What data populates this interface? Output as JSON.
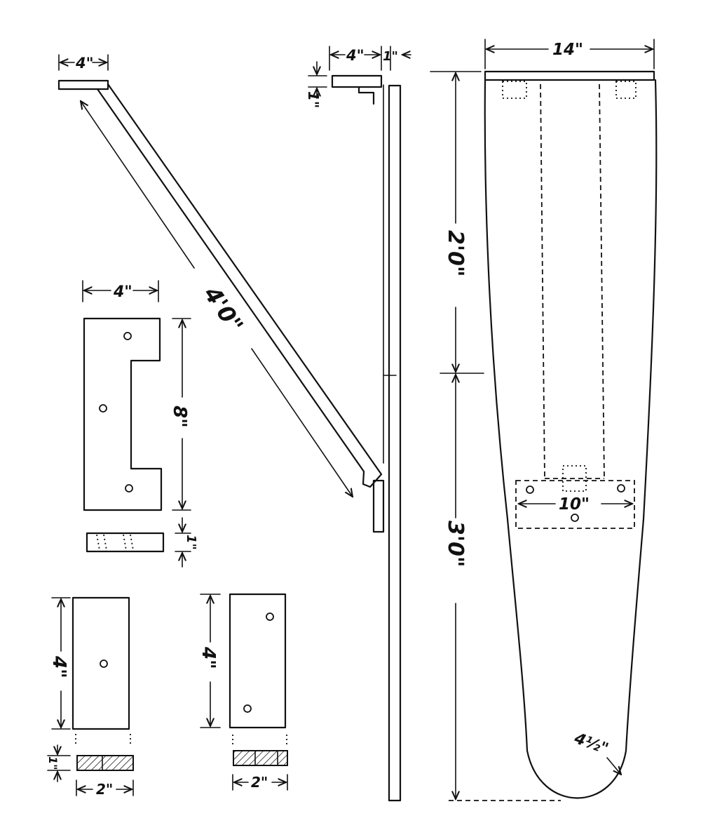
{
  "dimensions": {
    "arm_top_width": "4\"",
    "arm_length": "4'0\"",
    "bracket_width": "4\"",
    "bracket_height": "8\"",
    "bracket_thickness": "1\"",
    "block_a_height": "4\"",
    "block_a_thickness": "1\"",
    "block_a_width": "2\"",
    "block_b_height": "4\"",
    "block_b_width": "2\"",
    "side_top_width": "4\"",
    "side_gap": "1\"",
    "side_top_thickness": "1\"",
    "board_width": "14\"",
    "board_upper_length": "2'0\"",
    "board_lower_length": "3'0\"",
    "board_plate_width": "10\"",
    "board_tip_radius": "4½\""
  }
}
